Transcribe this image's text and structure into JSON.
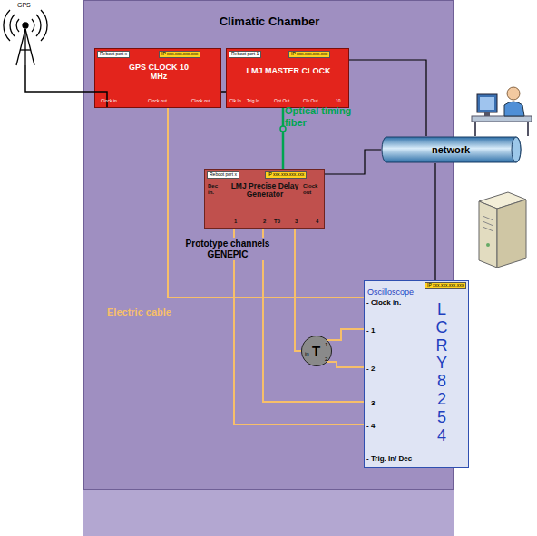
{
  "diagram": {
    "nodes": [
      {
        "text": [
          "Climatic Chamber"
        ]
      },
      {
        "text": [
          "Reboot port x",
          "IP xxx.xxx.xxx.xxx",
          "GPS CLOCK 10 MHz",
          "Clock in",
          "Clock out",
          "Clock out"
        ],
        "in": 0
      },
      {
        "text": [
          "Reboot port 1",
          "IP xxx.xxx.xxx.xxx",
          "LMJ MASTER CLOCK",
          "Clk In",
          "Trig In",
          "Opt Out",
          "Clk Out",
          "10"
        ],
        "in": 0
      },
      {
        "text": [
          "Reboot port x",
          "IP xxx.xxx.xxx.xxx",
          "LMJ Precise Delay Generator",
          "Dec in.",
          "Clock out",
          "1",
          "2",
          "T0",
          "3",
          "4"
        ],
        "in": 0
      },
      {
        "text": [
          "IP xxx.xxx.xxx.xxx",
          "Oscilloscope",
          "- Clock in.",
          "- 1",
          "- 2",
          "- 3",
          "- 4",
          "- Trig. In/ Dec",
          "LCRY8254"
        ],
        "in": 0
      },
      {
        "text": [
          "in",
          "T",
          "1",
          "2"
        ],
        "in": 0
      },
      {
        "text": [
          "network"
        ]
      }
    ],
    "edges": [
      {
        "from": 1,
        "to": 2,
        "arrow": "none"
      },
      {
        "from": 2,
        "to": 3,
        "arrow": "none"
      },
      {
        "from": 1,
        "to": 4,
        "arrow": "none"
      },
      {
        "from": 3,
        "to": 5,
        "arrow": "none"
      },
      {
        "from": 5,
        "to": 4,
        "arrow": "none"
      },
      {
        "from": 5,
        "to": 4,
        "arrow": "none"
      },
      {
        "from": 3,
        "to": 4,
        "arrow": "none"
      },
      {
        "from": 3,
        "to": 4,
        "arrow": "none"
      },
      {
        "from": 2,
        "to": 6,
        "arrow": "none"
      },
      {
        "from": 3,
        "to": 6,
        "arrow": "none"
      },
      {
        "from": 4,
        "to": 6,
        "arrow": "none"
      }
    ],
    "labels": [
      "GPS",
      "Optical timing fiber",
      "Prototype channels GENEPIC",
      "Electric cable"
    ]
  }
}
